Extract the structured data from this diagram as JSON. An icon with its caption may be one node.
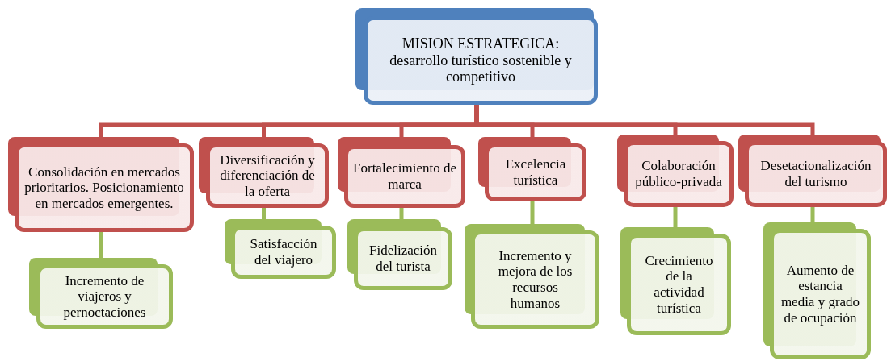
{
  "diagram": {
    "nodes": [
      {
        "text": [
          "MISION ESTRATEGICA: desarrollo turístico sostenible y competitivo"
        ]
      },
      {
        "text": [
          "Consolidación en mercados  prioritarios. Posicionamiento en mercados emergentes."
        ]
      },
      {
        "text": [
          "Diversificación y diferenciación de la oferta"
        ]
      },
      {
        "text": [
          "Fortalecimiento de marca"
        ]
      },
      {
        "text": [
          "Excelencia turística"
        ]
      },
      {
        "text": [
          "Colaboración público-privada"
        ]
      },
      {
        "text": [
          "Desetacionalización del turismo"
        ]
      },
      {
        "text": [
          "Incremento de viajeros y pernoctaciones"
        ]
      },
      {
        "text": [
          "Satisfacción del viajero"
        ]
      },
      {
        "text": [
          "Fidelización del turista"
        ]
      },
      {
        "text": [
          "Incremento y mejora de los recursos humanos"
        ]
      },
      {
        "text": [
          "Crecimiento de la actividad turística"
        ]
      },
      {
        "text": [
          "Aumento de estancia media y grado de ocupación"
        ]
      }
    ],
    "edges": [
      {
        "from": 0,
        "to": 1,
        "arrow": "none"
      },
      {
        "from": 0,
        "to": 2,
        "arrow": "none"
      },
      {
        "from": 0,
        "to": 3,
        "arrow": "none"
      },
      {
        "from": 0,
        "to": 4,
        "arrow": "none"
      },
      {
        "from": 0,
        "to": 5,
        "arrow": "none"
      },
      {
        "from": 0,
        "to": 6,
        "arrow": "none"
      },
      {
        "from": 1,
        "to": 7,
        "arrow": "none",
        "color": "#9bbb59"
      },
      {
        "from": 2,
        "to": 8,
        "arrow": "none",
        "color": "#9bbb59"
      },
      {
        "from": 3,
        "to": 9,
        "arrow": "none",
        "color": "#9bbb59"
      },
      {
        "from": 4,
        "to": 10,
        "arrow": "none",
        "color": "#9bbb59"
      },
      {
        "from": 5,
        "to": 11,
        "arrow": "none",
        "color": "#9bbb59"
      },
      {
        "from": 6,
        "to": 12,
        "arrow": "none",
        "color": "#9bbb59"
      }
    ]
  }
}
